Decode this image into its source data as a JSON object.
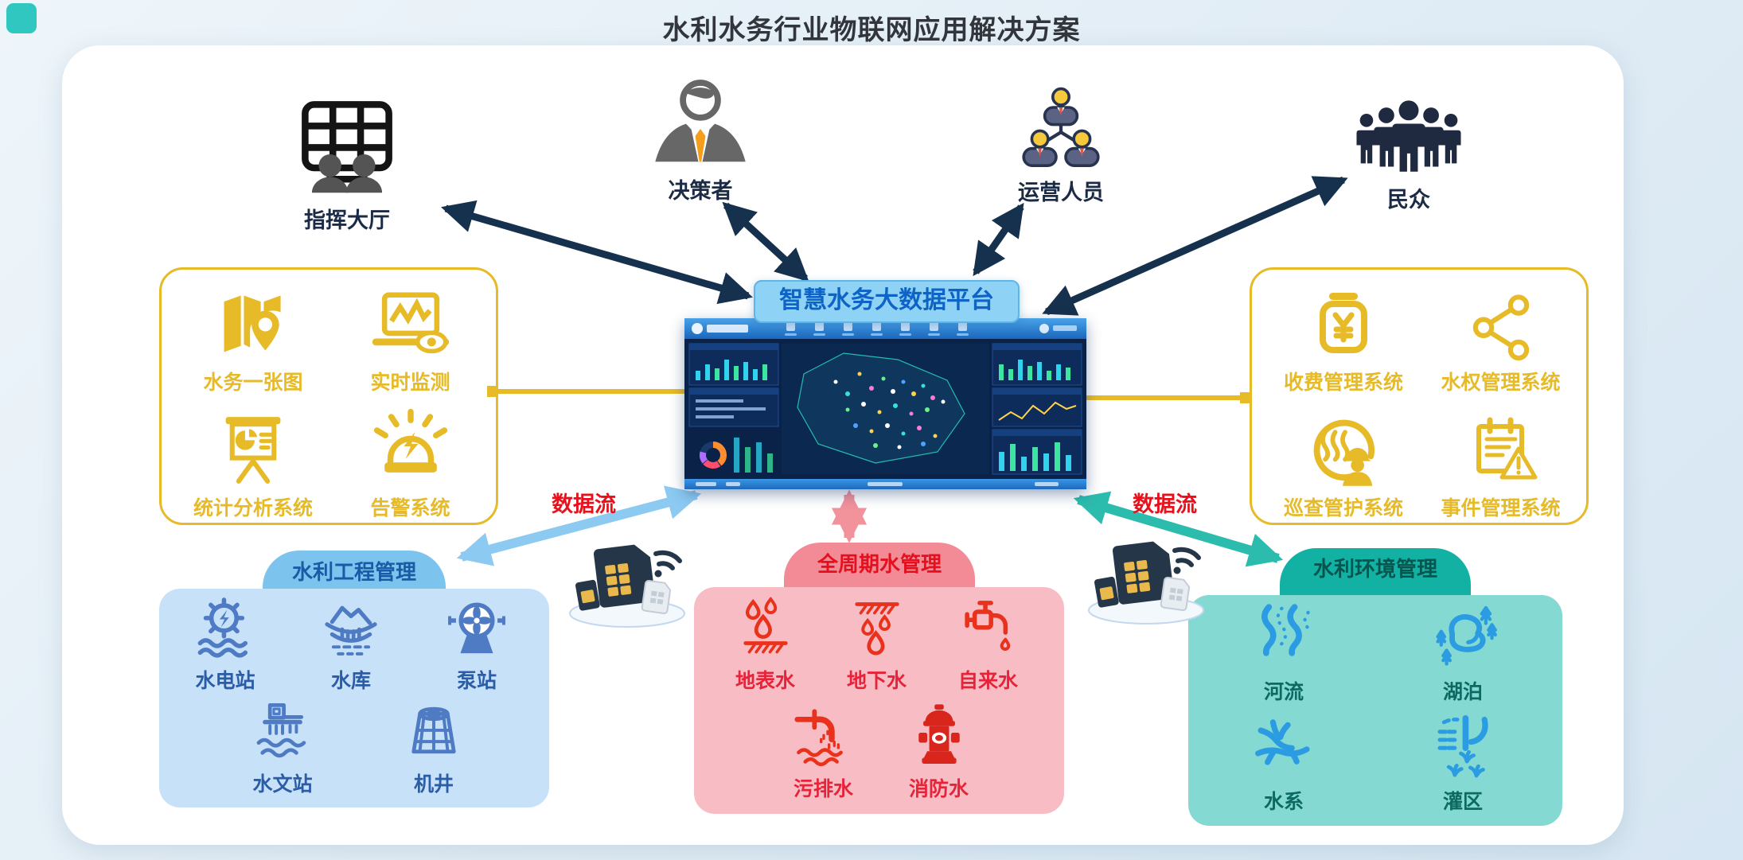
{
  "title": "水利水务行业物联网应用解决方案",
  "stakeholders": [
    {
      "id": "command-hall",
      "label": "指挥大厅",
      "icon": "command-hall-icon"
    },
    {
      "id": "decision-maker",
      "label": "决策者",
      "icon": "decision-maker-icon"
    },
    {
      "id": "operators",
      "label": "运营人员",
      "icon": "operators-orgchart-icon"
    },
    {
      "id": "public",
      "label": "民众",
      "icon": "public-crowd-icon"
    }
  ],
  "platform": {
    "name": "智慧水务大数据平台",
    "preview": "dashboard-screenshot"
  },
  "left_systems": {
    "items": [
      {
        "label": "水务一张图",
        "icon": "map-pin-icon"
      },
      {
        "label": "实时监测",
        "icon": "monitor-eye-icon"
      },
      {
        "label": "统计分析系统",
        "icon": "pie-board-icon"
      },
      {
        "label": "告警系统",
        "icon": "alarm-siren-icon"
      }
    ]
  },
  "right_systems": {
    "items": [
      {
        "label": "收费管理系统",
        "icon": "fee-yuan-icon"
      },
      {
        "label": "水权管理系统",
        "icon": "share-network-icon"
      },
      {
        "label": "巡查管护系统",
        "icon": "patrol-worker-icon"
      },
      {
        "label": "事件管理系统",
        "icon": "event-warning-icon"
      }
    ]
  },
  "data_flow": {
    "left": "数据流",
    "right": "数据流"
  },
  "iot_devices": {
    "icon": "sim-card-icon"
  },
  "panels": {
    "engineering": {
      "title": "水利工程管理",
      "items": [
        {
          "label": "水电站",
          "icon": "hydropower-icon"
        },
        {
          "label": "水库",
          "icon": "reservoir-icon"
        },
        {
          "label": "泵站",
          "icon": "pump-station-icon"
        },
        {
          "label": "水文站",
          "icon": "hydrology-station-icon"
        },
        {
          "label": "机井",
          "icon": "well-icon"
        }
      ]
    },
    "water_cycle": {
      "title": "全周期水管理",
      "items": [
        {
          "label": "地表水",
          "icon": "surface-water-icon"
        },
        {
          "label": "地下水",
          "icon": "ground-water-icon"
        },
        {
          "label": "自来水",
          "icon": "tap-water-icon"
        },
        {
          "label": "污排水",
          "icon": "sewage-icon"
        },
        {
          "label": "消防水",
          "icon": "fire-hydrant-icon"
        }
      ]
    },
    "environment": {
      "title": "水利环境管理",
      "items": [
        {
          "label": "河流",
          "icon": "river-icon"
        },
        {
          "label": "湖泊",
          "icon": "lake-icon"
        },
        {
          "label": "水系",
          "icon": "water-system-icon"
        },
        {
          "label": "灌区",
          "icon": "irrigation-icon"
        }
      ]
    }
  },
  "colors": {
    "accent_yellow": "#e7ba28",
    "arrow_navy": "#16314e",
    "platform_banner_bg": "#8ed2f5",
    "platform_banner_text": "#0e63c6",
    "engineering_panel": "#c7e2f8",
    "engineering_tab": "#7cc3ed",
    "engineering_icon": "#4f7bc5",
    "water_cycle_panel": "#f8bcc4",
    "water_cycle_tab": "#f28b95",
    "water_cycle_icon": "#e8321c",
    "environment_panel": "#84d9d2",
    "environment_tab": "#12b1a4",
    "environment_icon": "#2b9ce2",
    "data_flow_red": "#e8101a"
  }
}
